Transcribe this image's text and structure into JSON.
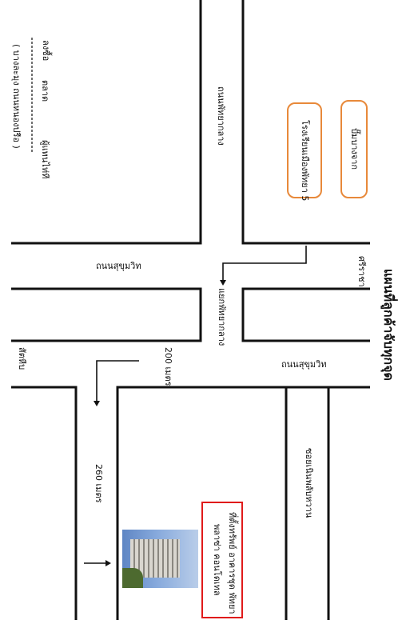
{
  "title": "แผนที่ลูกค้าจับทุกจุด",
  "roads": {
    "sukhumvit_upper": "ถนนสุขุมวิท",
    "sukhumvit_lower": "ถนนสุขุมวิท",
    "pattaya_klang_road": "ถนนพัทยากลาง",
    "pattaya_klang_intersection": "แยกพัทยากลาง",
    "soi_nern_plubwan": "ซอยเนินพลับหวาน"
  },
  "directions": {
    "si_racha": "ศรีราชา",
    "sattahip": "สัตหีบ"
  },
  "distances": {
    "d200": "200 เมตร",
    "d260": "260 เมตร"
  },
  "landmarks": {
    "nongprue": "( บางละมุง ถนนหนองปรือ )",
    "sign": "ลงซื้อ",
    "market": "ตลาด",
    "forward": "ผู้แทนไท่ที",
    "pump": "ปั๊มบางจาก",
    "hospital": "โรงเรียนเมืองพัทยา 5",
    "project_line1": "ที่ตั้งทรัพย์ อาคารชุด พัทยา",
    "project_line2": "พลาซ่า คอนโดเทล"
  },
  "colors": {
    "road_line": "#111111",
    "landmark_border": "#e8893a",
    "project_border": "#e01b1b"
  }
}
